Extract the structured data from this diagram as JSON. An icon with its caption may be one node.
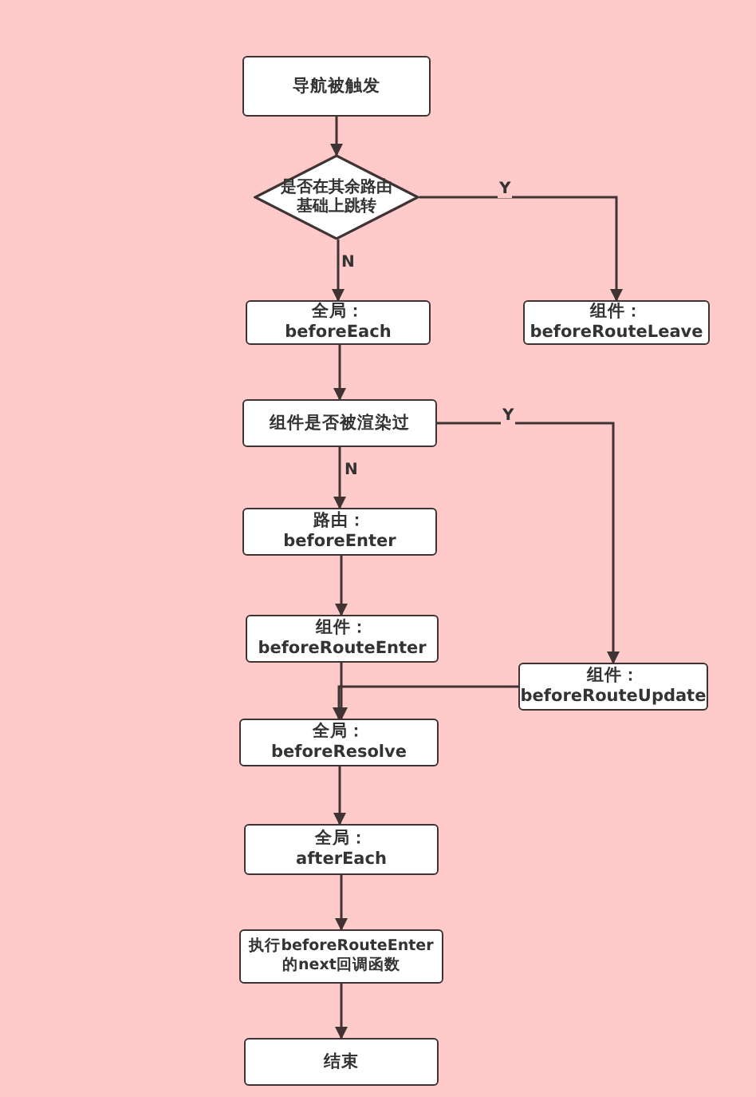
{
  "diagram": {
    "nodes": [
      {
        "text": [
          "导航被触发"
        ]
      },
      {
        "text": [
          "是否在其余路由基础上跳转"
        ]
      },
      {
        "text": [
          "全局： beforeEach"
        ]
      },
      {
        "text": [
          "组件： beforeRouteLeave"
        ]
      },
      {
        "text": [
          "组件是否被渲染过"
        ]
      },
      {
        "text": [
          "路由： beforeEnter"
        ]
      },
      {
        "text": [
          "组件： beforeRouteEnter"
        ]
      },
      {
        "text": [
          "组件： beforeRouteUpdate"
        ]
      },
      {
        "text": [
          "全局： beforeResolve"
        ]
      },
      {
        "text": [
          "全局： afterEach"
        ]
      },
      {
        "text": [
          "执行beforeRouteEnter的next回调函数"
        ]
      },
      {
        "text": [
          "结束"
        ]
      }
    ],
    "edges": [
      {
        "from": 0,
        "to": 1,
        "arrow": "to"
      },
      {
        "from": 1,
        "to": 2,
        "arrow": "to",
        "label": "N"
      },
      {
        "from": 1,
        "to": 3,
        "arrow": "to",
        "label": "Y"
      },
      {
        "from": 2,
        "to": 4,
        "arrow": "to"
      },
      {
        "from": 4,
        "to": 5,
        "arrow": "to",
        "label": "N"
      },
      {
        "from": 4,
        "to": 7,
        "arrow": "to",
        "label": "Y"
      },
      {
        "from": 5,
        "to": 6,
        "arrow": "to"
      },
      {
        "from": 6,
        "to": 8,
        "arrow": "to"
      },
      {
        "from": 7,
        "to": 8,
        "arrow": "to"
      },
      {
        "from": 8,
        "to": 9,
        "arrow": "to"
      },
      {
        "from": 9,
        "to": 10,
        "arrow": "to"
      },
      {
        "from": 10,
        "to": 11,
        "arrow": "to"
      }
    ]
  }
}
